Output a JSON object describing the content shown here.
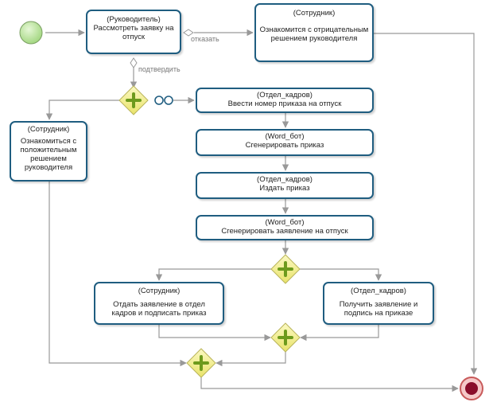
{
  "tasks": {
    "t1": {
      "role": "(Руководитель)",
      "name": "Рассмотреть заявку на отпуск"
    },
    "t2": {
      "role": "(Сотрудник)",
      "name": "Ознакомится с отрицательным решением руководителя"
    },
    "t3": {
      "role": "(Сотрудник)",
      "name": "Ознакомиться с положительным решением руководителя"
    },
    "t4": {
      "role": "(Отдел_кадров)",
      "name": "Ввести номер приказа на отпуск"
    },
    "t5": {
      "role": "(Word_бот)",
      "name": "Сгенерировать приказ"
    },
    "t6": {
      "role": "(Отдел_кадров)",
      "name": "Издать приказ"
    },
    "t7": {
      "role": "(Word_бот)",
      "name": "Сгенерировать заявление на отпуск"
    },
    "t8": {
      "role": "(Сотрудник)",
      "name": "Отдать заявление в отдел кадров и подписать приказ"
    },
    "t9": {
      "role": "(Отдел_кадров)",
      "name": "Получить заявление и подпись на приказе"
    }
  },
  "flow_labels": {
    "reject": "отказать",
    "approve": "подтвердить"
  },
  "colors": {
    "task_border": "#1f5d80",
    "gateway_fill": "#f2ef8a",
    "gateway_plus": "#6d9a1c",
    "start_fill": "#b9e89a",
    "end_ring": "#e88a8a",
    "end_core": "#8a0d2a",
    "flow_line": "#999999"
  }
}
